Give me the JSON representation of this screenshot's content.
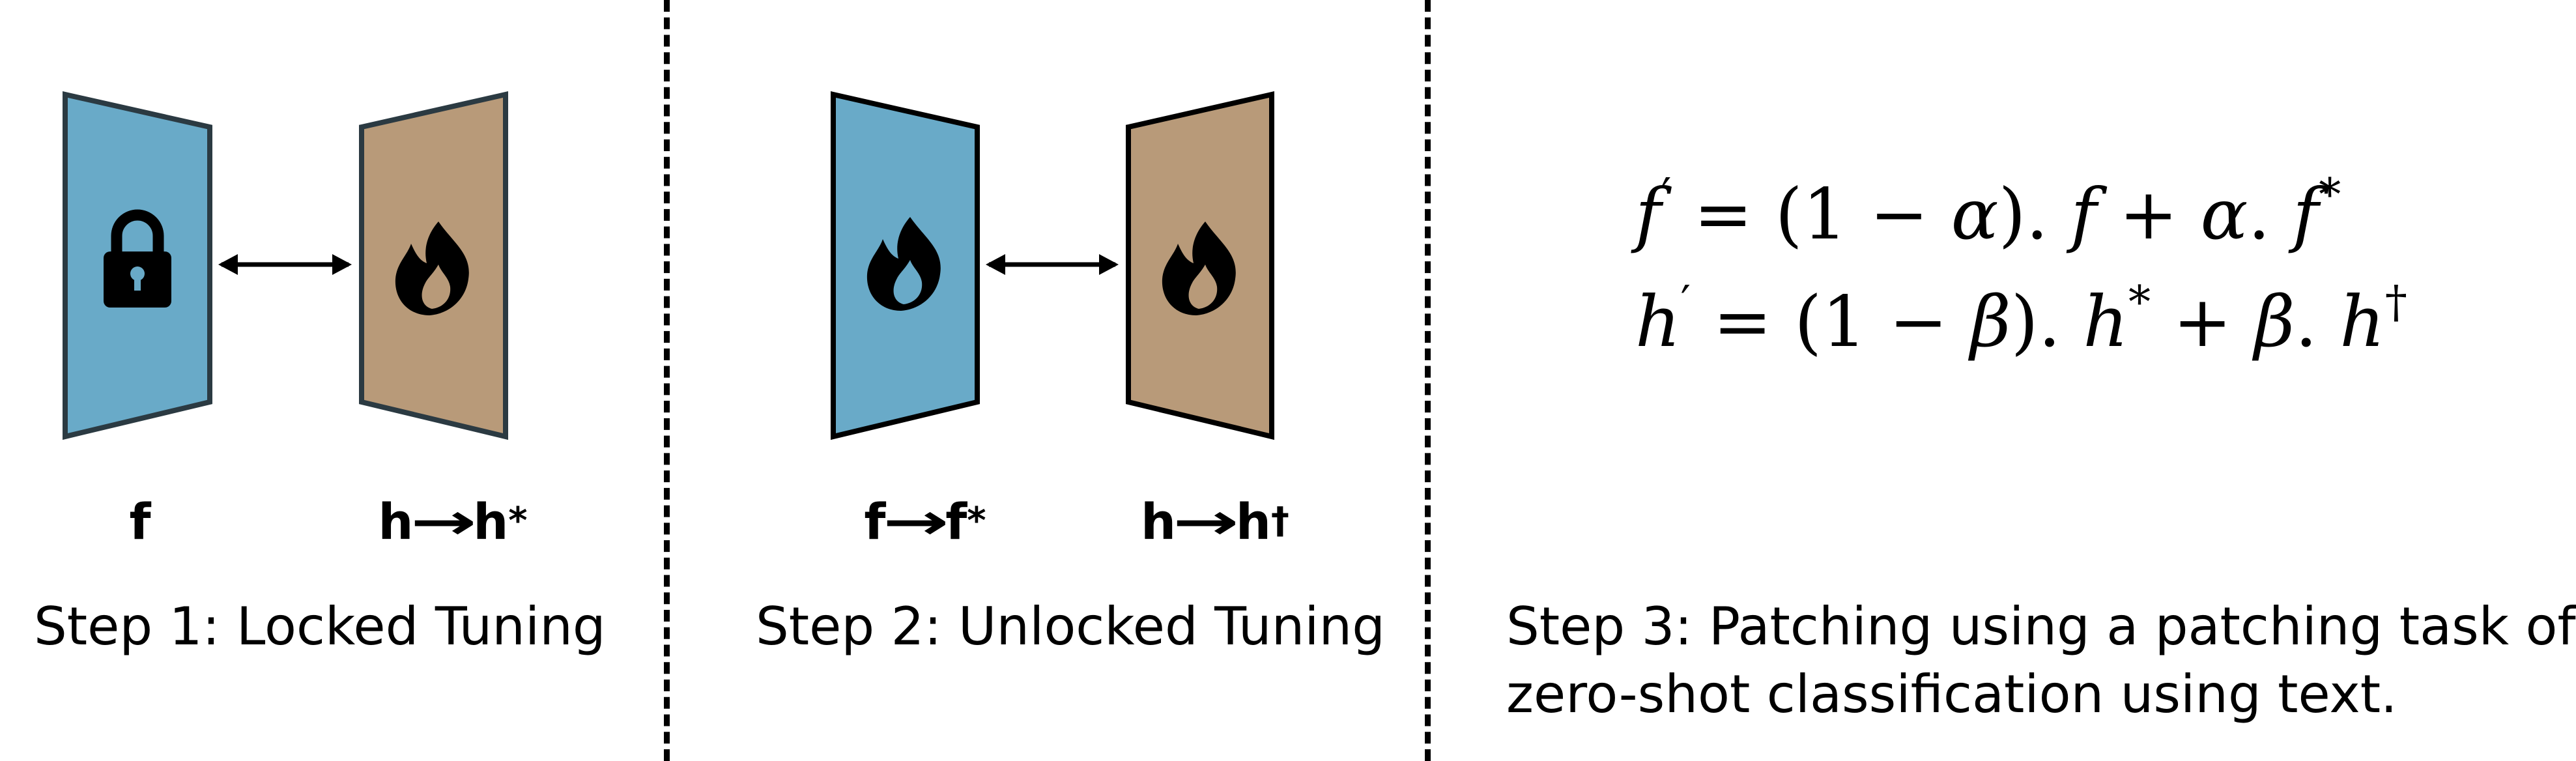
{
  "colors": {
    "encoder_blue": "#69aac8",
    "decoder_tan": "#b89a79",
    "frame_stroke_dark": "#2b3a42",
    "frame_stroke_black": "#000000",
    "icon_color": "#000000"
  },
  "icons": {
    "step1_left": "lock-icon",
    "step1_right": "fire-icon",
    "step2_left": "fire-icon",
    "step2_right": "fire-icon",
    "connector": "double-arrow-icon"
  },
  "step1": {
    "label_left": "f",
    "label_right_base": "h",
    "label_right_target": "h",
    "label_right_target_sup": "*",
    "caption": "Step 1: Locked Tuning"
  },
  "step2": {
    "label_left_base": "f",
    "label_left_target": "f",
    "label_left_target_sup": "*",
    "label_right_base": "h",
    "label_right_target": "h",
    "label_right_target_sup": "†",
    "caption": "Step 2: Unlocked Tuning"
  },
  "step3": {
    "equations": [
      {
        "lhs": "f",
        "lhs_prime": "′",
        "eq": "= (1 − ",
        "coef": "α",
        "mid": "). ",
        "term1": "f",
        "plus": " + ",
        "coef2": "α",
        "dot2": ". ",
        "term2": "f",
        "term2_sup": "*",
        "term1_sup": ""
      },
      {
        "lhs": "h",
        "lhs_prime": "′",
        "eq": "= (1 − ",
        "coef": "β",
        "mid": "). ",
        "term1": "h",
        "term1_sup": "*",
        "plus": " + ",
        "coef2": "β",
        "dot2": ". ",
        "term2": "h",
        "term2_sup": "†"
      }
    ],
    "caption_line1": "Step 3: Patching using a patching task of",
    "caption_line2": "zero-shot classification using text."
  }
}
